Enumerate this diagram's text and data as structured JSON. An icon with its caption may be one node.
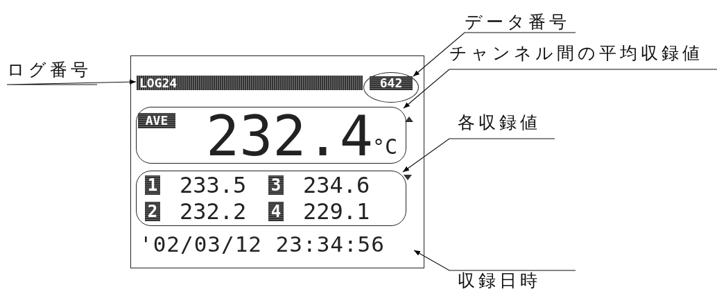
{
  "diagram": {
    "nodes": [
      {
        "text": [],
        "shape": "box"
      },
      {
        "text": [
          "LOG24"
        ],
        "in": 0
      },
      {
        "text": [
          "642"
        ],
        "in": 0
      },
      {
        "text": [
          "AVE",
          "232.4",
          "°C"
        ],
        "in": 0
      },
      {
        "text": [
          "1",
          "233.5",
          "3",
          "234.6",
          "2",
          "232.2",
          "4",
          "229.1"
        ],
        "in": 0
      },
      {
        "text": [
          "'02/03/12 23:34:56"
        ],
        "in": 0
      },
      {
        "text": [
          "ログ番号"
        ]
      },
      {
        "text": [
          "データ番号"
        ]
      },
      {
        "text": [
          "チャンネル間の平均収録値"
        ]
      },
      {
        "text": [
          "各収録値"
        ]
      },
      {
        "text": [
          "収録日時"
        ]
      }
    ],
    "edges": [
      {
        "from": 6,
        "to": 1,
        "arrow": "to"
      },
      {
        "from": 7,
        "to": 2,
        "arrow": "to"
      },
      {
        "from": 8,
        "to": 3,
        "arrow": "to"
      },
      {
        "from": 9,
        "to": 4,
        "arrow": "to"
      },
      {
        "from": 10,
        "to": 5,
        "arrow": "to"
      }
    ]
  }
}
